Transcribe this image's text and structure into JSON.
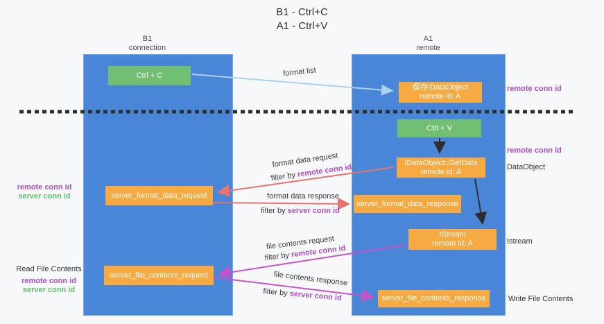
{
  "title": {
    "line1": "B1 - Ctrl+C",
    "line2": "A1 - Ctrl+V"
  },
  "columns": {
    "left": {
      "header_line1": "B1",
      "header_line2": "connection"
    },
    "right": {
      "header_line1": "A1",
      "header_line2": "remote"
    }
  },
  "boxes": {
    "ctrl_c": "Ctrl + C",
    "ctrl_v": "Ctrl + V",
    "save_dataobject": {
      "line1": "保存IDataObject",
      "line2": "remote id: A"
    },
    "getdata": {
      "line1": "IDataObject::GetData",
      "line2": "remote id: A"
    },
    "istream": {
      "line1": "IStream",
      "line2": "remote id: A"
    },
    "server_format_data_request": "server_format_data_request",
    "server_format_data_response": "server_format_data_response",
    "server_file_contents_request": "server_file_contents_request",
    "server_file_contents_response": "server_file_contents_response"
  },
  "arrow_labels": {
    "format_list": "format list",
    "format_data_request": "format data request",
    "format_data_response": "format data response",
    "file_contents_request": "file contents request",
    "file_contents_response": "file contents response",
    "filter_by": "filter by",
    "remote_conn_id": "remote conn id",
    "server_conn_id": "server conn id"
  },
  "side_labels": {
    "right_remote_conn_id_top": "remote conn id",
    "right_remote_conn_id_mid": "remote conn id",
    "right_dataobject": "DataObject",
    "right_istream": "Istream",
    "right_write_file_contents": "Write File Contents",
    "left_remote_conn_id_1": "remote conn id",
    "left_server_conn_id_1": "server conn id",
    "left_read_file_contents": "Read File Contents",
    "left_remote_conn_id_2": "remote conn id",
    "left_server_conn_id_2": "server conn id"
  },
  "colors": {
    "column_blue": "#4a86d8",
    "box_green": "#71bf72",
    "box_orange": "#f7a942",
    "arrow_lightblue": "#a9d2f2",
    "arrow_black": "#2d2d2d",
    "arrow_salmon": "#e8736f",
    "arrow_magenta": "#c853c8",
    "dashed_divider": "#2e2e2e",
    "text_purple": "#a94fc2",
    "text_green": "#5fbd6b"
  }
}
